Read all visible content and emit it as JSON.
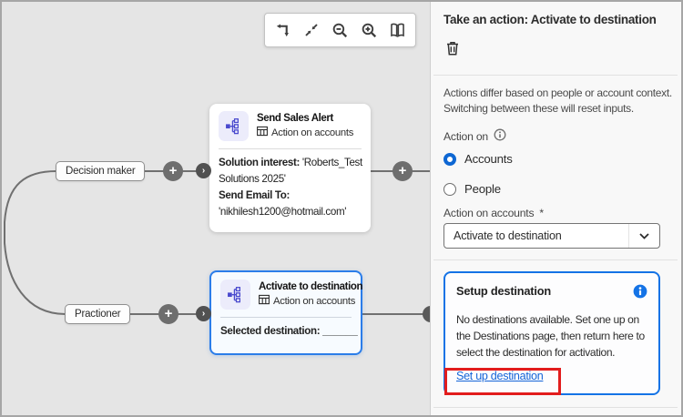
{
  "canvas": {
    "toolbar": {
      "icons": [
        "undo-arrow",
        "collapse",
        "zoom-out",
        "zoom-in",
        "map"
      ]
    },
    "branch_labels": [
      {
        "label": "Decision maker"
      },
      {
        "label": "Practioner"
      }
    ],
    "connector_plus_label": "+",
    "connector_chevron_label": "›",
    "nodes": [
      {
        "title": "Send Sales Alert",
        "type_label": "Action on accounts",
        "field1_label": "Solution interest:",
        "field1_value_line1": "'Roberts_Test",
        "field1_value_line2": "Solutions 2025'",
        "field2_label": "Send Email To:",
        "field2_value": "'nikhilesh1200@hotmail.com'"
      },
      {
        "title": "Activate to destination",
        "type_label": "Action on accounts",
        "body_label": "Selected destination:",
        "body_value": "______"
      }
    ]
  },
  "panel": {
    "title": "Take an action: Activate to destination",
    "description_line1": "Actions differ based on people or account context.",
    "description_line2": "Switching between these will reset inputs.",
    "action_on_label": "Action on",
    "radios": [
      {
        "label": "Accounts",
        "selected": true
      },
      {
        "label": "People",
        "selected": false
      }
    ],
    "select_label": "Action on accounts",
    "required_marker": "*",
    "select_value": "Activate to destination",
    "setup_box": {
      "title": "Setup destination",
      "body_line1": "No destinations available. Set one up on",
      "body_line2": "the Destinations page, then return here to",
      "body_line3": "select the destination for activation.",
      "link": "Set up destination"
    }
  },
  "colors": {
    "accent_blue": "#1473e6",
    "selected_card_border": "#2b7de9",
    "link_blue": "#1565d8",
    "annotation_red": "#e21d1d",
    "canvas_line": "#707070",
    "canvas_bg": "#e5e5e5",
    "panel_bg": "#f8f8f8"
  }
}
